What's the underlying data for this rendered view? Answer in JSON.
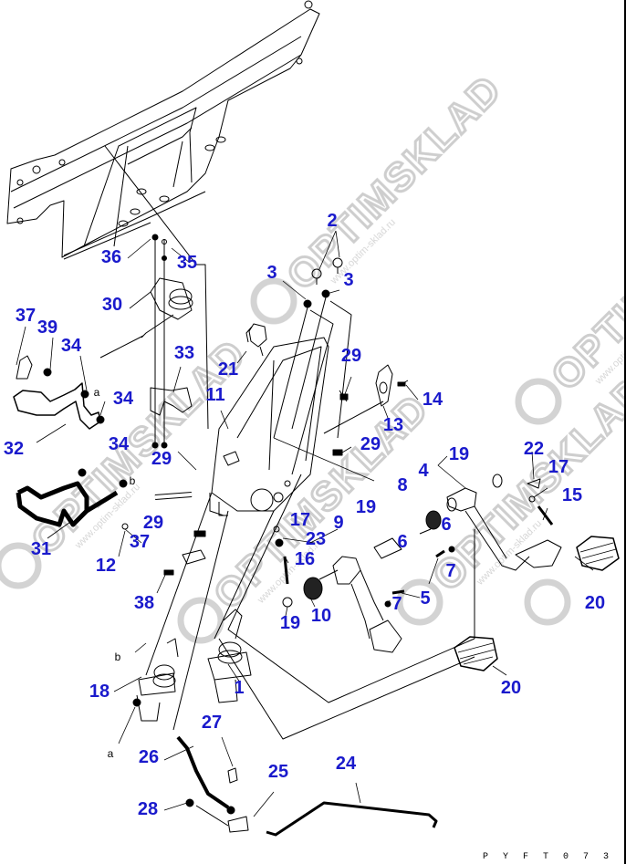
{
  "diagram": {
    "title": "Pedal, brake and clutch master cylinder assembly (exploded view)",
    "drawing_code": "PYFT073",
    "drawing_code_display": "P Y F T 0 7 3",
    "watermark": {
      "brand": "OPTIMSKLAD",
      "url": "www.optim-sklad.ru"
    },
    "reference_marks": [
      {
        "id": "ref-a-1",
        "text": "a"
      },
      {
        "id": "ref-b-1",
        "text": "b"
      },
      {
        "id": "ref-b-2",
        "text": "b"
      },
      {
        "id": "ref-a-2",
        "text": "a"
      }
    ],
    "callouts": [
      {
        "num": "36"
      },
      {
        "num": "35"
      },
      {
        "num": "30"
      },
      {
        "num": "2"
      },
      {
        "num": "3"
      },
      {
        "num": "3"
      },
      {
        "num": "37"
      },
      {
        "num": "39"
      },
      {
        "num": "34"
      },
      {
        "num": "33"
      },
      {
        "num": "21"
      },
      {
        "num": "29"
      },
      {
        "num": "34"
      },
      {
        "num": "11"
      },
      {
        "num": "14"
      },
      {
        "num": "13"
      },
      {
        "num": "32"
      },
      {
        "num": "34"
      },
      {
        "num": "29"
      },
      {
        "num": "29"
      },
      {
        "num": "19"
      },
      {
        "num": "22"
      },
      {
        "num": "4"
      },
      {
        "num": "8"
      },
      {
        "num": "17"
      },
      {
        "num": "15"
      },
      {
        "num": "19"
      },
      {
        "num": "31"
      },
      {
        "num": "29"
      },
      {
        "num": "17"
      },
      {
        "num": "9"
      },
      {
        "num": "6"
      },
      {
        "num": "6"
      },
      {
        "num": "37"
      },
      {
        "num": "23"
      },
      {
        "num": "12"
      },
      {
        "num": "16"
      },
      {
        "num": "7"
      },
      {
        "num": "5"
      },
      {
        "num": "7"
      },
      {
        "num": "20"
      },
      {
        "num": "38"
      },
      {
        "num": "19"
      },
      {
        "num": "10"
      },
      {
        "num": "1"
      },
      {
        "num": "18"
      },
      {
        "num": "20"
      },
      {
        "num": "27"
      },
      {
        "num": "26"
      },
      {
        "num": "24"
      },
      {
        "num": "25"
      },
      {
        "num": "28"
      }
    ]
  }
}
